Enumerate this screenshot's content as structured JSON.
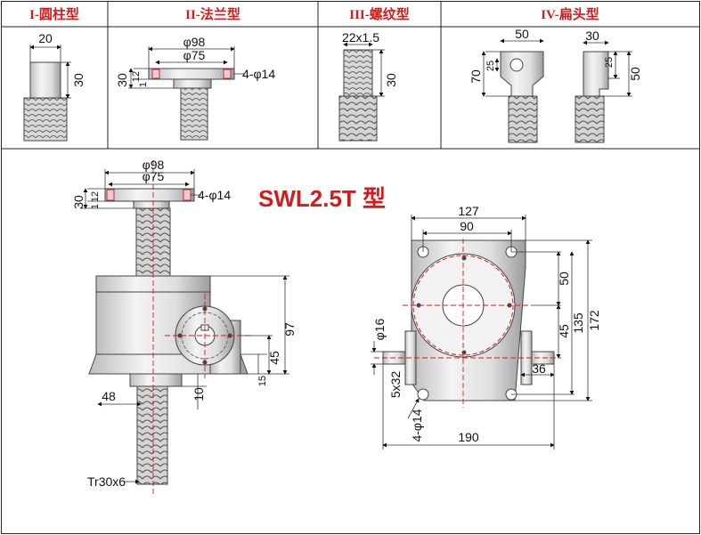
{
  "headers": {
    "type1": "I-圆柱型",
    "type2": "II-法兰型",
    "type3": "III-螺纹型",
    "type4": "IV-扁头型"
  },
  "type1_dims": {
    "width": "20",
    "height": "30"
  },
  "type2_dims": {
    "outer_dia": "φ98",
    "inner_dia": "φ75",
    "holes": "4-φ14",
    "height": "30",
    "thick_a": "12",
    "thick_b": "1"
  },
  "type3_dims": {
    "thread": "22x1.5",
    "height": "30"
  },
  "type4_dims": {
    "width_a": "50",
    "hole": "25",
    "height_a": "70",
    "width_b": "30",
    "thick_b": "25",
    "height_b": "50"
  },
  "title": "SWL2.5T 型",
  "front_view": {
    "outer_dia": "φ98",
    "inner_dia": "φ75",
    "holes": "4-φ14",
    "flange_h": "30",
    "flange_a": "12",
    "flange_b": "1",
    "total_h": "97",
    "half_h": "45",
    "base_h": "15",
    "base_w": "48",
    "gap": "10",
    "screw": "Tr30x6"
  },
  "side_view": {
    "top_w": "127",
    "hole_w": "90",
    "h1": "50",
    "h2": "45",
    "h3": "135",
    "h4": "172",
    "shaft": "φ16",
    "key": "5x32",
    "shaft_len": "36",
    "holes": "4-φ14",
    "base_w": "190"
  },
  "colors": {
    "heading": "#d41a1a",
    "centerline": "#d41a1a",
    "part_fill": "#e9e9e9",
    "frame": "#222222"
  }
}
